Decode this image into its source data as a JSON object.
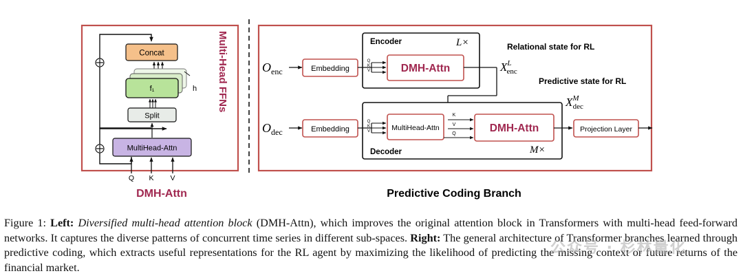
{
  "colors": {
    "frame": "#c0504d",
    "accent_text": "#a02850",
    "concat_fill": "#f5c08a",
    "ffn_fill": "#b8e39a",
    "split_fill": "#e8ece8",
    "attn_fill": "#c8b4e4",
    "line": "#111111"
  },
  "left": {
    "concat": "Concat",
    "f1": "f₁",
    "h": "h",
    "split": "Split",
    "multihead": "MultiHead-Attn",
    "q": "Q",
    "k": "K",
    "v": "V",
    "side_title": "Multi-Head FFNs",
    "title": "DMH-Attn",
    "plus_symbol": "⊕"
  },
  "right": {
    "o_enc_base": "O",
    "o_enc_sub": "enc",
    "o_dec_base": "O",
    "o_dec_sub": "dec",
    "embedding_enc": "Embedding",
    "embedding_dec": "Embedding",
    "encoder_label": "Encoder",
    "encoder_repeat": "L×",
    "decoder_label": "Decoder",
    "decoder_repeat": "M×",
    "dmh_enc": "DMH-Attn",
    "dmh_dec": "DMH-Attn",
    "mh_dec": "MultiHead-Attn",
    "projection": "Projection Layer",
    "relational": "Relational state for RL",
    "predictive": "Predictive state for RL",
    "x_enc_base": "X",
    "x_enc_sub": "enc",
    "x_enc_sup": "L",
    "x_dec_base": "X",
    "x_dec_sub": "dec",
    "x_dec_sup": "M",
    "qkv": [
      "Q",
      "K",
      "V"
    ],
    "kvq": [
      "K",
      "V",
      "Q"
    ],
    "title": "Predictive Coding Branch"
  },
  "caption": {
    "fig": "Figure 1: ",
    "left_bold": "Left:",
    "italic": "Diversified multi-head attention block",
    "part1": " (DMH-Attn), which improves the original attention block in Transformers with multi-head feed-forward networks. It captures the diverse patterns of concurrent time series in different sub-spaces. ",
    "right_bold": "Right:",
    "part2": " The general architecture of Transformer branches learned through predictive coding, which extracts useful representations for the RL agent by maximizing the likelihood of predicting the missing context or future returns of the financial market."
  },
  "watermark": "公众号 · 杉林量化"
}
